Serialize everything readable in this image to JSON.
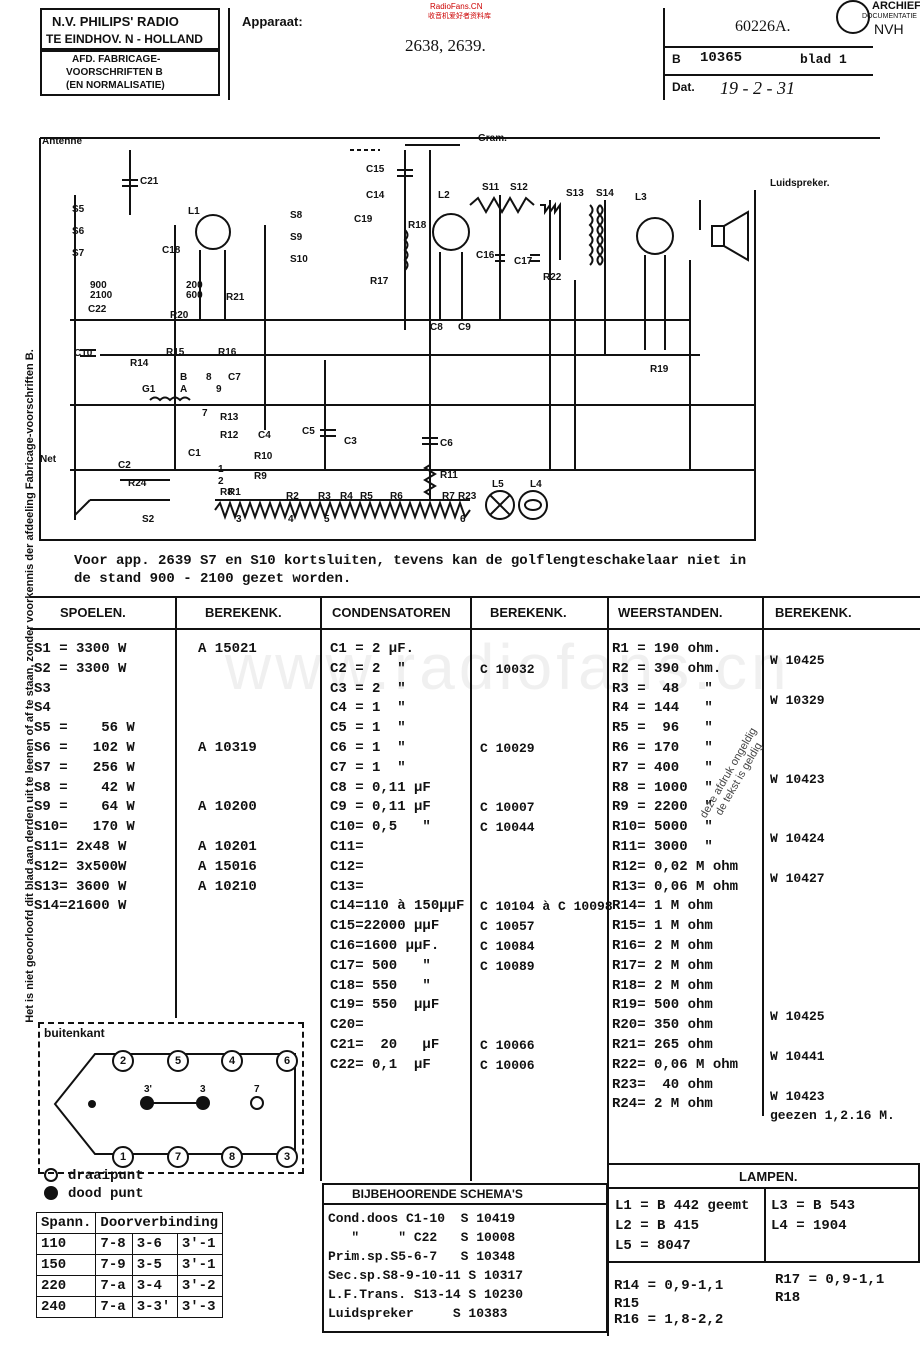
{
  "header": {
    "company_line1": "N.V. PHILIPS' RADIO",
    "company_line2": "TE EINDHOV. N - HOLLAND",
    "dept_line1": "AFD. FABRICAGE-",
    "dept_line2": "VOORSCHRIFTEN B",
    "dept_line3": "(EN NORMALISATIE)",
    "apparaat_label": "Apparaat:",
    "apparaat_value": "2638, 2639.",
    "code": "60226A.",
    "b_label": "B",
    "b_value": "10365",
    "sheet": "blad 1",
    "dat_label": "Dat.",
    "dat_value": "19 - 2 - 31",
    "stamp1": "ARCHIEF",
    "stamp2": "DOCUMENTATIE",
    "stamp3": "NVH",
    "site_mark": "RadioFans.CN",
    "site_mark2": "收音机爱好者资料库"
  },
  "side_text": "Het is niet geoorloofd dit blad aan derden uit te leenen of af te staan, zonder voorkennis der afdeeling Fabricage-voorschriften B.",
  "schematic": {
    "labels": [
      "Antenne",
      "Gram.",
      "Luidspreker.",
      "C21",
      "S5",
      "S6",
      "S7",
      "L1",
      "C18",
      "C22",
      "R20",
      "R21",
      "C10",
      "R14",
      "R15",
      "R16",
      "G1",
      "S8",
      "S9",
      "S10",
      "C19",
      "R17",
      "C15",
      "C14",
      "R18",
      "L2",
      "S11",
      "S12",
      "C16",
      "C17",
      "S13",
      "S14",
      "R22",
      "L3",
      "C8",
      "C9",
      "C7",
      "R13",
      "R12",
      "C4",
      "C5",
      "C3",
      "C6",
      "R11",
      "L5",
      "L4",
      "R19",
      "Net",
      "C2",
      "C1",
      "R24",
      "S2",
      "R10",
      "R9",
      "R8",
      "R1",
      "R2",
      "R3",
      "R4",
      "R5",
      "R6",
      "R7",
      "R23",
      "900",
      "2100",
      "200",
      "600",
      "A",
      "B",
      "8",
      "9",
      "7",
      "1",
      "2",
      "3",
      "4",
      "5",
      "6"
    ]
  },
  "note_line1": "Voor app. 2639 S7 en S10 kortsluiten, tevens kan de golflengteschakelaar niet in",
  "note_line2": "de stand 900 - 2100 gezet worden.",
  "watermark": "www.radiofans.cn",
  "tables": {
    "spoelen_header": "SPOELEN.",
    "berekenk_header": "BEREKENK.",
    "condensatoren_header": "CONDENSATOREN",
    "weerstanden_header": "WEERSTANDEN.",
    "spoelen": "S1 = 3300 W\nS2 = 3300 W\nS3\nS4\nS5 =    56 W\nS6 =   102 W\nS7 =   256 W\nS8 =    42 W\nS9 =    64 W\nS10=   170 W\nS11= 2x48 W\nS12= 3x500W\nS13= 3600 W\nS14=21600 W",
    "spoelen_ber": "A 15021\n\n\n\n\nA 10319\n\n\nA 10200\n\nA 10201\nA 15016\nA 10210",
    "condens": "C1 = 2 µF.\nC2 = 2  \"\nC3 = 2  \"\nC4 = 1  \"\nC5 = 1  \"\nC6 = 1  \"\nC7 = 1  \"\nC8 = 0,11 µF\nC9 = 0,11 µF\nC10= 0,5   \"\nC11=\nC12=\nC13=\nC14=110 à 150µµF\nC15=22000 µµF\nC16=1600 µµF.\nC17= 500   \"\nC18= 550   \"\nC19= 550  µµF\nC20=\nC21=  20   µF\nC22= 0,1  µF",
    "condens_ber": "\nC 10032\n\n\n\nC 10029\n\n\nC 10007\nC 10044\n\n\n\nC 10104 à C 10098\nC 10057\nC 10084\nC 10089\n\n\n\nC 10066\nC 10006",
    "weerst": "R1 = 190 ohm.\nR2 = 390 ohm.\nR3 =  48   \"\nR4 = 144   \"\nR5 =  96   \"\nR6 = 170   \"\nR7 = 400   \"\nR8 = 1000  \"\nR9 = 2200  \"\nR10= 5000  \"\nR11= 3000  \"\nR12= 0,02 M ohm\nR13= 0,06 M ohm\nR14= 1 M ohm\nR15= 1 M ohm\nR16= 2 M ohm\nR17= 2 M ohm\nR18= 2 M ohm\nR19= 500 ohm\nR20= 350 ohm\nR21= 265 ohm\nR22= 0,06 M ohm\nR23=  40 ohm\nR24= 2 M ohm",
    "weerst_ber": "W 10425\n\nW 10329\n\n\n\nW 10423\n\n\nW 10424\n\nW 10427\n\n\n\n\n\n\nW 10425\n\nW 10441\n\nW 10423\ngeezen 1,2.16 M."
  },
  "plug": {
    "title": "buitenkant",
    "pins_top": [
      "2",
      "5",
      "4",
      "6"
    ],
    "pins_bottom": [
      "1",
      "7",
      "8",
      "3"
    ],
    "mid_labels": [
      "3'",
      "3",
      "7"
    ],
    "legend1": "draaipunt",
    "legend2": "dood punt"
  },
  "voltage_table": {
    "header1": "Spann.",
    "header2": "Doorverbinding",
    "rows": [
      [
        "110",
        "7-8",
        "3-6",
        "3'-1"
      ],
      [
        "150",
        "7-9",
        "3-5",
        "3'-1"
      ],
      [
        "220",
        "7-a",
        "3-4",
        "3'-2"
      ],
      [
        "240",
        "7-a",
        "3-3'",
        "3'-3"
      ]
    ]
  },
  "schemas": {
    "title": "BIJBEHOORENDE SCHEMA'S",
    "rows": [
      "Cond.doos C1-10  S 10419",
      "   \"     \" C22   S 10008",
      "Prim.sp.S5-6-7   S 10348",
      "Sec.sp.S8-9-10-11 S 10317",
      "L.F.Trans. S13-14 S 10230",
      "Luidspreker     S 10383"
    ]
  },
  "lampen": {
    "title": "LAMPEN.",
    "left": "L1 = B 442 geemt\nL2 = B 415\nL5 = 8047",
    "right": "L3 = B 543\nL4 = 1904"
  },
  "r_bottom": {
    "row1": "R14 = 0,9-1,1",
    "row1b": "R17 = 0,9-1,1",
    "row1c": "R18",
    "row2": "R15",
    "row3": "R16 = 1,8-2,2"
  },
  "stamp_text": "deze afdruk ongeldig",
  "stamp_text2": "de tekst is geldig"
}
